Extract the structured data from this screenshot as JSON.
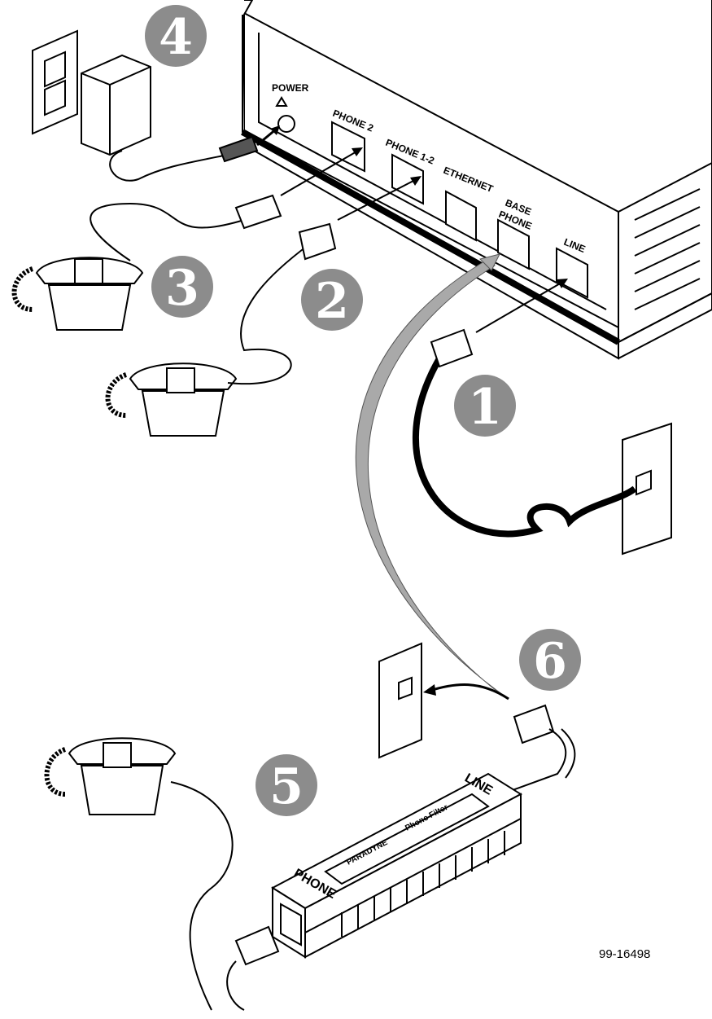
{
  "figure_ref": "99-16498",
  "port_labels": {
    "power": "POWER",
    "phone2": "PHONE 2",
    "phone12": "PHONE 1-2",
    "ethernet": "ETHERNET",
    "base_phone_1": "BASE",
    "base_phone_2": "PHONE",
    "line": "LINE"
  },
  "filter": {
    "phone_label": "PHONE",
    "line_label": "LINE",
    "brand": "PARADYNE",
    "product": "Phone Filter"
  },
  "steps": [
    "1",
    "2",
    "3",
    "4",
    "5",
    "6"
  ],
  "colors": {
    "badge": "#8c8c8c",
    "line_art": "#000000",
    "arrow_gray": "#a9a9a9"
  }
}
